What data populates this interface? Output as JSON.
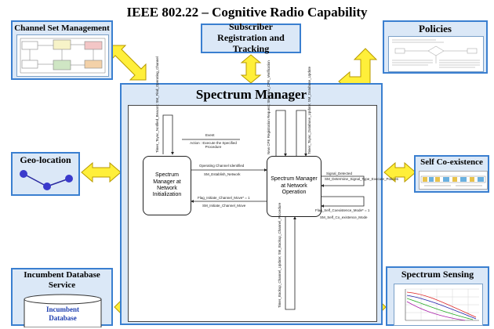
{
  "title": "IEEE 802.22 – Cognitive Radio Capability",
  "boxes": {
    "channel_set": "Channel Set Management",
    "subscriber": "Subscriber Registration and Tracking",
    "policies": "Policies",
    "geolocation": "Geo-location",
    "self_coexistence": "Self Co-existence",
    "incumbent_db": "Incumbent Database Service",
    "incumbent_db_cyl": "Incumbent Database",
    "spectrum_sensing": "Spectrum Sensing"
  },
  "spectrum_manager": {
    "title": "Spectrum Manager",
    "state_init": "Spectrum Manager at Network Initialization",
    "state_op": "Spectrum Manager at Network Operation",
    "legend_event": "Event",
    "legend_action": "Action : Execute the Specified Procedure",
    "t_timer_left": "Timer_Tsync_Notified_Beacon; SM_Find_Operating_Channel",
    "t_op_channel": "Operating Channel Identified",
    "t_establish": "SM_Establish_Network",
    "t_new_cpe": "New CPE Registration Request; SM_New_CPE_Verification",
    "t_timer_right": "Timer_Tsync_Database_Update; SM_Database_Update",
    "t_signal": "Signal_Detected",
    "t_determine": "SM_Determine_Signal_Type_Execute_Policies",
    "t_flag_init": "Flag_Initiate_Channel_Move* = 1",
    "t_sm_move": "SM_Initiate_Channel_Move",
    "t_flag_self": "Flag_Self_Coexistence_Mode* = 1",
    "t_sm_self": "SM_Self_Co_existence_Mode",
    "t_backup": "Timer_Backup_Channel_Update; SM_Backup_Channel_Procedure"
  }
}
